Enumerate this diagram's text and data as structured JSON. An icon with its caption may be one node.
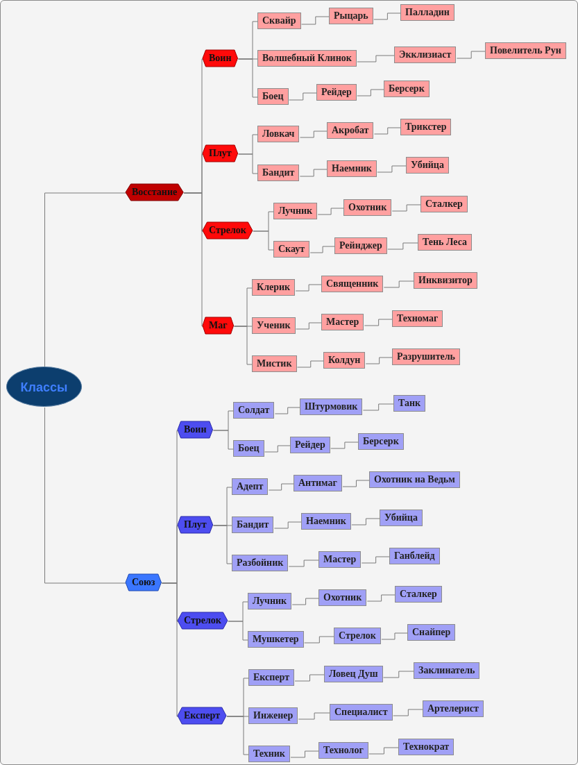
{
  "diagram": {
    "nodes": [
      {
        "text": [
          "Классы"
        ]
      },
      {
        "text": [
          "Восстание"
        ]
      },
      {
        "text": [
          "Воин"
        ]
      },
      {
        "text": [
          "Сквайр"
        ]
      },
      {
        "text": [
          "Рыцарь"
        ]
      },
      {
        "text": [
          "Палладин"
        ]
      },
      {
        "text": [
          "Волшебный Клинок"
        ]
      },
      {
        "text": [
          "Экклизиаст"
        ]
      },
      {
        "text": [
          "Повелитель Рун"
        ]
      },
      {
        "text": [
          "Боец"
        ]
      },
      {
        "text": [
          "Рейдер"
        ]
      },
      {
        "text": [
          "Берсерк"
        ]
      },
      {
        "text": [
          "Плут"
        ]
      },
      {
        "text": [
          "Ловкач"
        ]
      },
      {
        "text": [
          "Акробат"
        ]
      },
      {
        "text": [
          "Трикстер"
        ]
      },
      {
        "text": [
          "Бандит"
        ]
      },
      {
        "text": [
          "Наемник"
        ]
      },
      {
        "text": [
          "Убийца"
        ]
      },
      {
        "text": [
          "Стрелок"
        ]
      },
      {
        "text": [
          "Лучник"
        ]
      },
      {
        "text": [
          "Охотник"
        ]
      },
      {
        "text": [
          "Сталкер"
        ]
      },
      {
        "text": [
          "Скаут"
        ]
      },
      {
        "text": [
          "Рейнджер"
        ]
      },
      {
        "text": [
          "Тень Леса"
        ]
      },
      {
        "text": [
          "Маг"
        ]
      },
      {
        "text": [
          "Клерик"
        ]
      },
      {
        "text": [
          "Священник"
        ]
      },
      {
        "text": [
          "Инквизитор"
        ]
      },
      {
        "text": [
          "Ученик"
        ]
      },
      {
        "text": [
          "Мастер"
        ]
      },
      {
        "text": [
          "Техномаг"
        ]
      },
      {
        "text": [
          "Мистик"
        ]
      },
      {
        "text": [
          "Колдун"
        ]
      },
      {
        "text": [
          "Разрушитель"
        ]
      },
      {
        "text": [
          "Союз"
        ]
      },
      {
        "text": [
          "Воин"
        ]
      },
      {
        "text": [
          "Солдат"
        ]
      },
      {
        "text": [
          "Штурмовик"
        ]
      },
      {
        "text": [
          "Танк"
        ]
      },
      {
        "text": [
          "Боец"
        ]
      },
      {
        "text": [
          "Рейдер"
        ]
      },
      {
        "text": [
          "Берсерк"
        ]
      },
      {
        "text": [
          "Плут"
        ]
      },
      {
        "text": [
          "Адепт"
        ]
      },
      {
        "text": [
          "Антимаг"
        ]
      },
      {
        "text": [
          "Охотник на Ведьм"
        ]
      },
      {
        "text": [
          "Бандит"
        ]
      },
      {
        "text": [
          "Наемник"
        ]
      },
      {
        "text": [
          "Убийца"
        ]
      },
      {
        "text": [
          "Разбойник"
        ]
      },
      {
        "text": [
          "Мастер"
        ]
      },
      {
        "text": [
          "Ганблейд"
        ]
      },
      {
        "text": [
          "Стрелок"
        ]
      },
      {
        "text": [
          "Лучник"
        ]
      },
      {
        "text": [
          "Охотник"
        ]
      },
      {
        "text": [
          "Сталкер"
        ]
      },
      {
        "text": [
          "Мушкетер"
        ]
      },
      {
        "text": [
          "Стрелок"
        ]
      },
      {
        "text": [
          "Снайпер"
        ]
      },
      {
        "text": [
          "Експерт"
        ]
      },
      {
        "text": [
          "Експерт"
        ]
      },
      {
        "text": [
          "Ловец Душ"
        ]
      },
      {
        "text": [
          "Заклинатель"
        ]
      },
      {
        "text": [
          "Инженер"
        ]
      },
      {
        "text": [
          "Специалист"
        ]
      },
      {
        "text": [
          "Артелерист"
        ]
      },
      {
        "text": [
          "Техник"
        ]
      },
      {
        "text": [
          "Технолог"
        ]
      },
      {
        "text": [
          "Технократ"
        ]
      }
    ],
    "edges": [
      {
        "from": 0,
        "to": 1,
        "arrow": "none"
      },
      {
        "from": 0,
        "to": 36,
        "arrow": "none"
      },
      {
        "from": 1,
        "to": 2,
        "arrow": "none"
      },
      {
        "from": 1,
        "to": 12,
        "arrow": "none"
      },
      {
        "from": 1,
        "to": 19,
        "arrow": "none"
      },
      {
        "from": 1,
        "to": 26,
        "arrow": "none"
      },
      {
        "from": 2,
        "to": 3,
        "arrow": "none"
      },
      {
        "from": 2,
        "to": 6,
        "arrow": "none"
      },
      {
        "from": 2,
        "to": 9,
        "arrow": "none"
      },
      {
        "from": 3,
        "to": 4,
        "arrow": "none"
      },
      {
        "from": 4,
        "to": 5,
        "arrow": "none"
      },
      {
        "from": 6,
        "to": 7,
        "arrow": "none"
      },
      {
        "from": 7,
        "to": 8,
        "arrow": "none"
      },
      {
        "from": 9,
        "to": 10,
        "arrow": "none"
      },
      {
        "from": 10,
        "to": 11,
        "arrow": "none"
      },
      {
        "from": 12,
        "to": 13,
        "arrow": "none"
      },
      {
        "from": 12,
        "to": 16,
        "arrow": "none"
      },
      {
        "from": 13,
        "to": 14,
        "arrow": "none"
      },
      {
        "from": 14,
        "to": 15,
        "arrow": "none"
      },
      {
        "from": 16,
        "to": 17,
        "arrow": "none"
      },
      {
        "from": 17,
        "to": 18,
        "arrow": "none"
      },
      {
        "from": 19,
        "to": 20,
        "arrow": "none"
      },
      {
        "from": 19,
        "to": 23,
        "arrow": "none"
      },
      {
        "from": 20,
        "to": 21,
        "arrow": "none"
      },
      {
        "from": 21,
        "to": 22,
        "arrow": "none"
      },
      {
        "from": 23,
        "to": 24,
        "arrow": "none"
      },
      {
        "from": 24,
        "to": 25,
        "arrow": "none"
      },
      {
        "from": 26,
        "to": 27,
        "arrow": "none"
      },
      {
        "from": 26,
        "to": 30,
        "arrow": "none"
      },
      {
        "from": 26,
        "to": 33,
        "arrow": "none"
      },
      {
        "from": 27,
        "to": 28,
        "arrow": "none"
      },
      {
        "from": 28,
        "to": 29,
        "arrow": "none"
      },
      {
        "from": 30,
        "to": 31,
        "arrow": "none"
      },
      {
        "from": 31,
        "to": 32,
        "arrow": "none"
      },
      {
        "from": 33,
        "to": 34,
        "arrow": "none"
      },
      {
        "from": 34,
        "to": 35,
        "arrow": "none"
      },
      {
        "from": 36,
        "to": 37,
        "arrow": "none"
      },
      {
        "from": 36,
        "to": 44,
        "arrow": "none"
      },
      {
        "from": 36,
        "to": 54,
        "arrow": "none"
      },
      {
        "from": 36,
        "to": 61,
        "arrow": "none"
      },
      {
        "from": 37,
        "to": 38,
        "arrow": "none"
      },
      {
        "from": 37,
        "to": 41,
        "arrow": "none"
      },
      {
        "from": 38,
        "to": 39,
        "arrow": "none"
      },
      {
        "from": 39,
        "to": 40,
        "arrow": "none"
      },
      {
        "from": 41,
        "to": 42,
        "arrow": "none"
      },
      {
        "from": 42,
        "to": 43,
        "arrow": "none"
      },
      {
        "from": 44,
        "to": 45,
        "arrow": "none"
      },
      {
        "from": 44,
        "to": 48,
        "arrow": "none"
      },
      {
        "from": 44,
        "to": 51,
        "arrow": "none"
      },
      {
        "from": 45,
        "to": 46,
        "arrow": "none"
      },
      {
        "from": 46,
        "to": 47,
        "arrow": "none"
      },
      {
        "from": 48,
        "to": 49,
        "arrow": "none"
      },
      {
        "from": 49,
        "to": 50,
        "arrow": "none"
      },
      {
        "from": 51,
        "to": 52,
        "arrow": "none"
      },
      {
        "from": 52,
        "to": 53,
        "arrow": "none"
      },
      {
        "from": 54,
        "to": 55,
        "arrow": "none"
      },
      {
        "from": 54,
        "to": 58,
        "arrow": "none"
      },
      {
        "from": 55,
        "to": 56,
        "arrow": "none"
      },
      {
        "from": 56,
        "to": 57,
        "arrow": "none"
      },
      {
        "from": 58,
        "to": 59,
        "arrow": "none"
      },
      {
        "from": 59,
        "to": 60,
        "arrow": "none"
      },
      {
        "from": 61,
        "to": 62,
        "arrow": "none"
      },
      {
        "from": 61,
        "to": 65,
        "arrow": "none"
      },
      {
        "from": 61,
        "to": 68,
        "arrow": "none"
      },
      {
        "from": 62,
        "to": 63,
        "arrow": "none"
      },
      {
        "from": 63,
        "to": 64,
        "arrow": "none"
      },
      {
        "from": 65,
        "to": 66,
        "arrow": "none"
      },
      {
        "from": 66,
        "to": 67,
        "arrow": "none"
      },
      {
        "from": 68,
        "to": 69,
        "arrow": "none"
      },
      {
        "from": 69,
        "to": 70,
        "arrow": "none"
      }
    ]
  }
}
